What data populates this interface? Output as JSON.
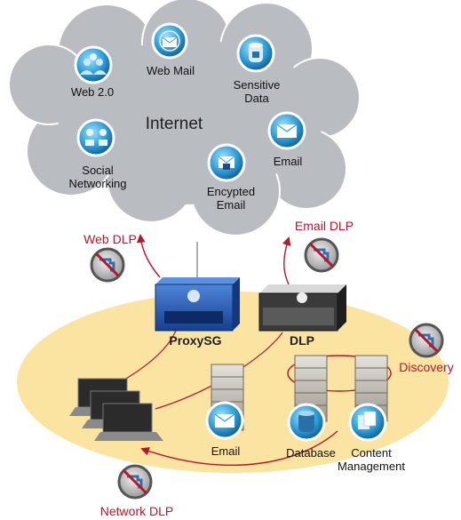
{
  "title": "",
  "internet": {
    "label": "Internet",
    "services": {
      "web20": "Web 2.0",
      "webmail": "Web Mail",
      "sensitive": [
        "Sensitive",
        "Data"
      ],
      "social": [
        "Social",
        "Networking"
      ],
      "encrypted": [
        "Encypted",
        "Email"
      ],
      "email": "Email"
    }
  },
  "devices": {
    "proxysg": "ProxySG",
    "dlp": "DLP"
  },
  "dlp_labels": {
    "web": "Web DLP",
    "email": "Email DLP",
    "discovery": "Discovery",
    "network": "Network DLP"
  },
  "internal": {
    "email": "Email",
    "database": "Database",
    "content": [
      "Content",
      "Management"
    ]
  },
  "colors": {
    "cloud": "#b9bcc0",
    "ellipse": "#fbe3a2",
    "arrow": "#b5172b",
    "icon_blue": "#2f9fd8",
    "device_blue": "#1e4fa8"
  },
  "icons": [
    "users-icon",
    "web-mail-icon",
    "database-lock-icon",
    "social-network-icon",
    "encrypted-email-icon",
    "envelope-icon",
    "no-leak-icon",
    "server-icon",
    "laptop-icon",
    "proxy-appliance-icon",
    "dlp-appliance-icon",
    "content-document-icon"
  ]
}
